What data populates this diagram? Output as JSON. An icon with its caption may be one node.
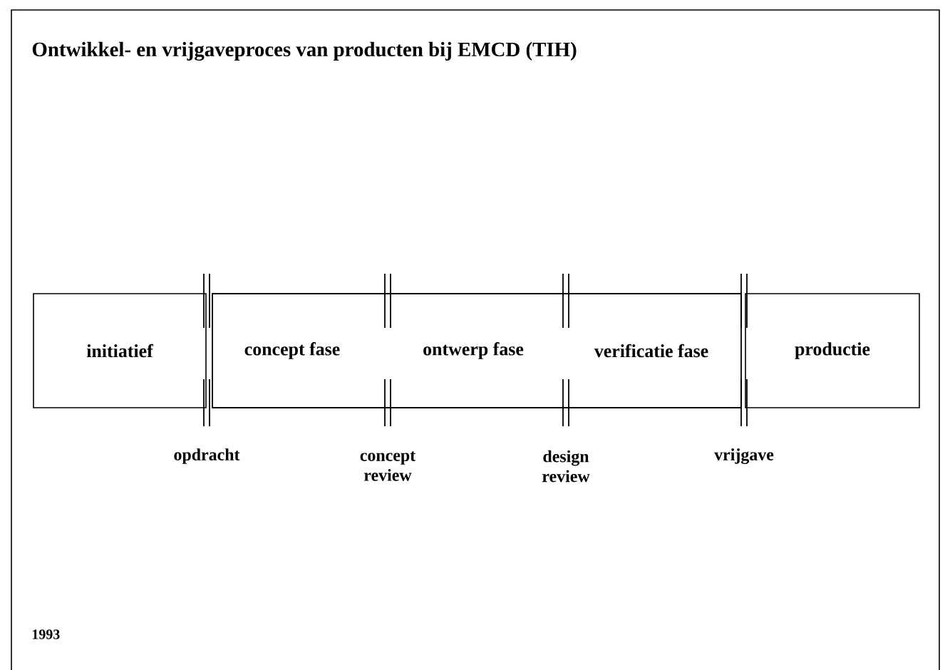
{
  "diagram": {
    "title": "Ontwikkel- en vrijgaveproces van producten bij EMCD (TIH)",
    "nodes": [
      {
        "text": [
          "initiatief"
        ]
      },
      {
        "text": [
          "concept fase"
        ]
      },
      {
        "text": [
          "ontwerp fase"
        ]
      },
      {
        "text": [
          "verificatie fase"
        ]
      },
      {
        "text": [
          "productie"
        ]
      }
    ],
    "labels": [
      "opdracht",
      "concept review",
      "design review",
      "vrijgave",
      "1993"
    ]
  }
}
